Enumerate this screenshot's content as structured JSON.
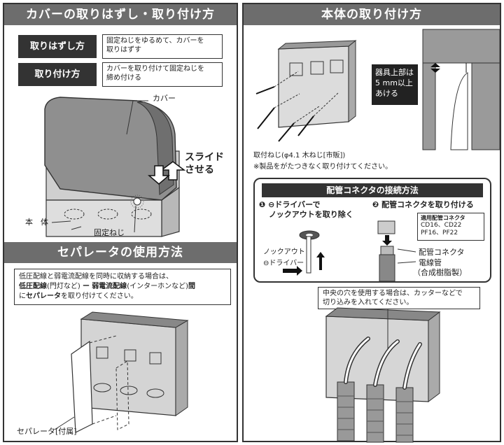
{
  "left": {
    "title": "カバーの取りはずし・取り付け方",
    "remove_tag": "取りはずし方",
    "remove_desc_1": "固定ねじをゆるめて、カバーを",
    "remove_desc_2": "取りはずす",
    "attach_tag": "取り付け方",
    "attach_desc_1": "カバーを取り付けて固定ねじを",
    "attach_desc_2": "締め付ける",
    "label_cover": "カバー",
    "label_slide_1": "スライド",
    "label_slide_2": "させる",
    "label_body": "本　体",
    "label_screw": "固定ねじ",
    "sep_title": "セパレータの使用方法",
    "sep_line1": "低圧配線と弱電流配線を同時に収納する場合は、",
    "sep_line2_b1": "低圧配線",
    "sep_line2_n1": "(門灯など)",
    "sep_line2_dash": "ー",
    "sep_line2_b2": "弱電流配線",
    "sep_line2_n2": "(インターホンなど)",
    "sep_line2_b3": "間",
    "sep_line3_n1": "に",
    "sep_line3_b": "セパレータ",
    "sep_line3_n2": "を取り付けてください。",
    "label_separator": "セパレータ[付属]"
  },
  "right": {
    "title": "本体の取り付け方",
    "gap_1": "器具上部は",
    "gap_2": "5 mm以上",
    "gap_3": "あける",
    "screw_note": "取付ねじ(φ4.1 木ねじ[市販])",
    "caution": "※製品をがたつきなく取り付けてください。",
    "conn_title": "配管コネクタの接続方法",
    "step1_num": "❶",
    "step1_l1": "⊖ドライバーで",
    "step1_l2": "ノックアウトを取り除く",
    "step2_num": "❷",
    "step2_l1": "配管コネクタを取り付ける",
    "spec_title": "適用配管コネクタ",
    "spec_l1": "CD16、CD22",
    "spec_l2": "PF16、PF22",
    "label_knockout": "ノックアウト",
    "label_driver": "⊖ドライバー",
    "label_connector": "配管コネクタ",
    "label_conduit": "電線管",
    "label_resin": "（合成樹脂製）",
    "center_1": "中央の穴を使用する場合は、カッターなどで",
    "center_2": "切り込みを入れてください。"
  },
  "colors": {
    "header": "#6d6d6d",
    "tag": "#333333",
    "cover": "#8f8f8f",
    "wall": "#9a9a9a"
  }
}
